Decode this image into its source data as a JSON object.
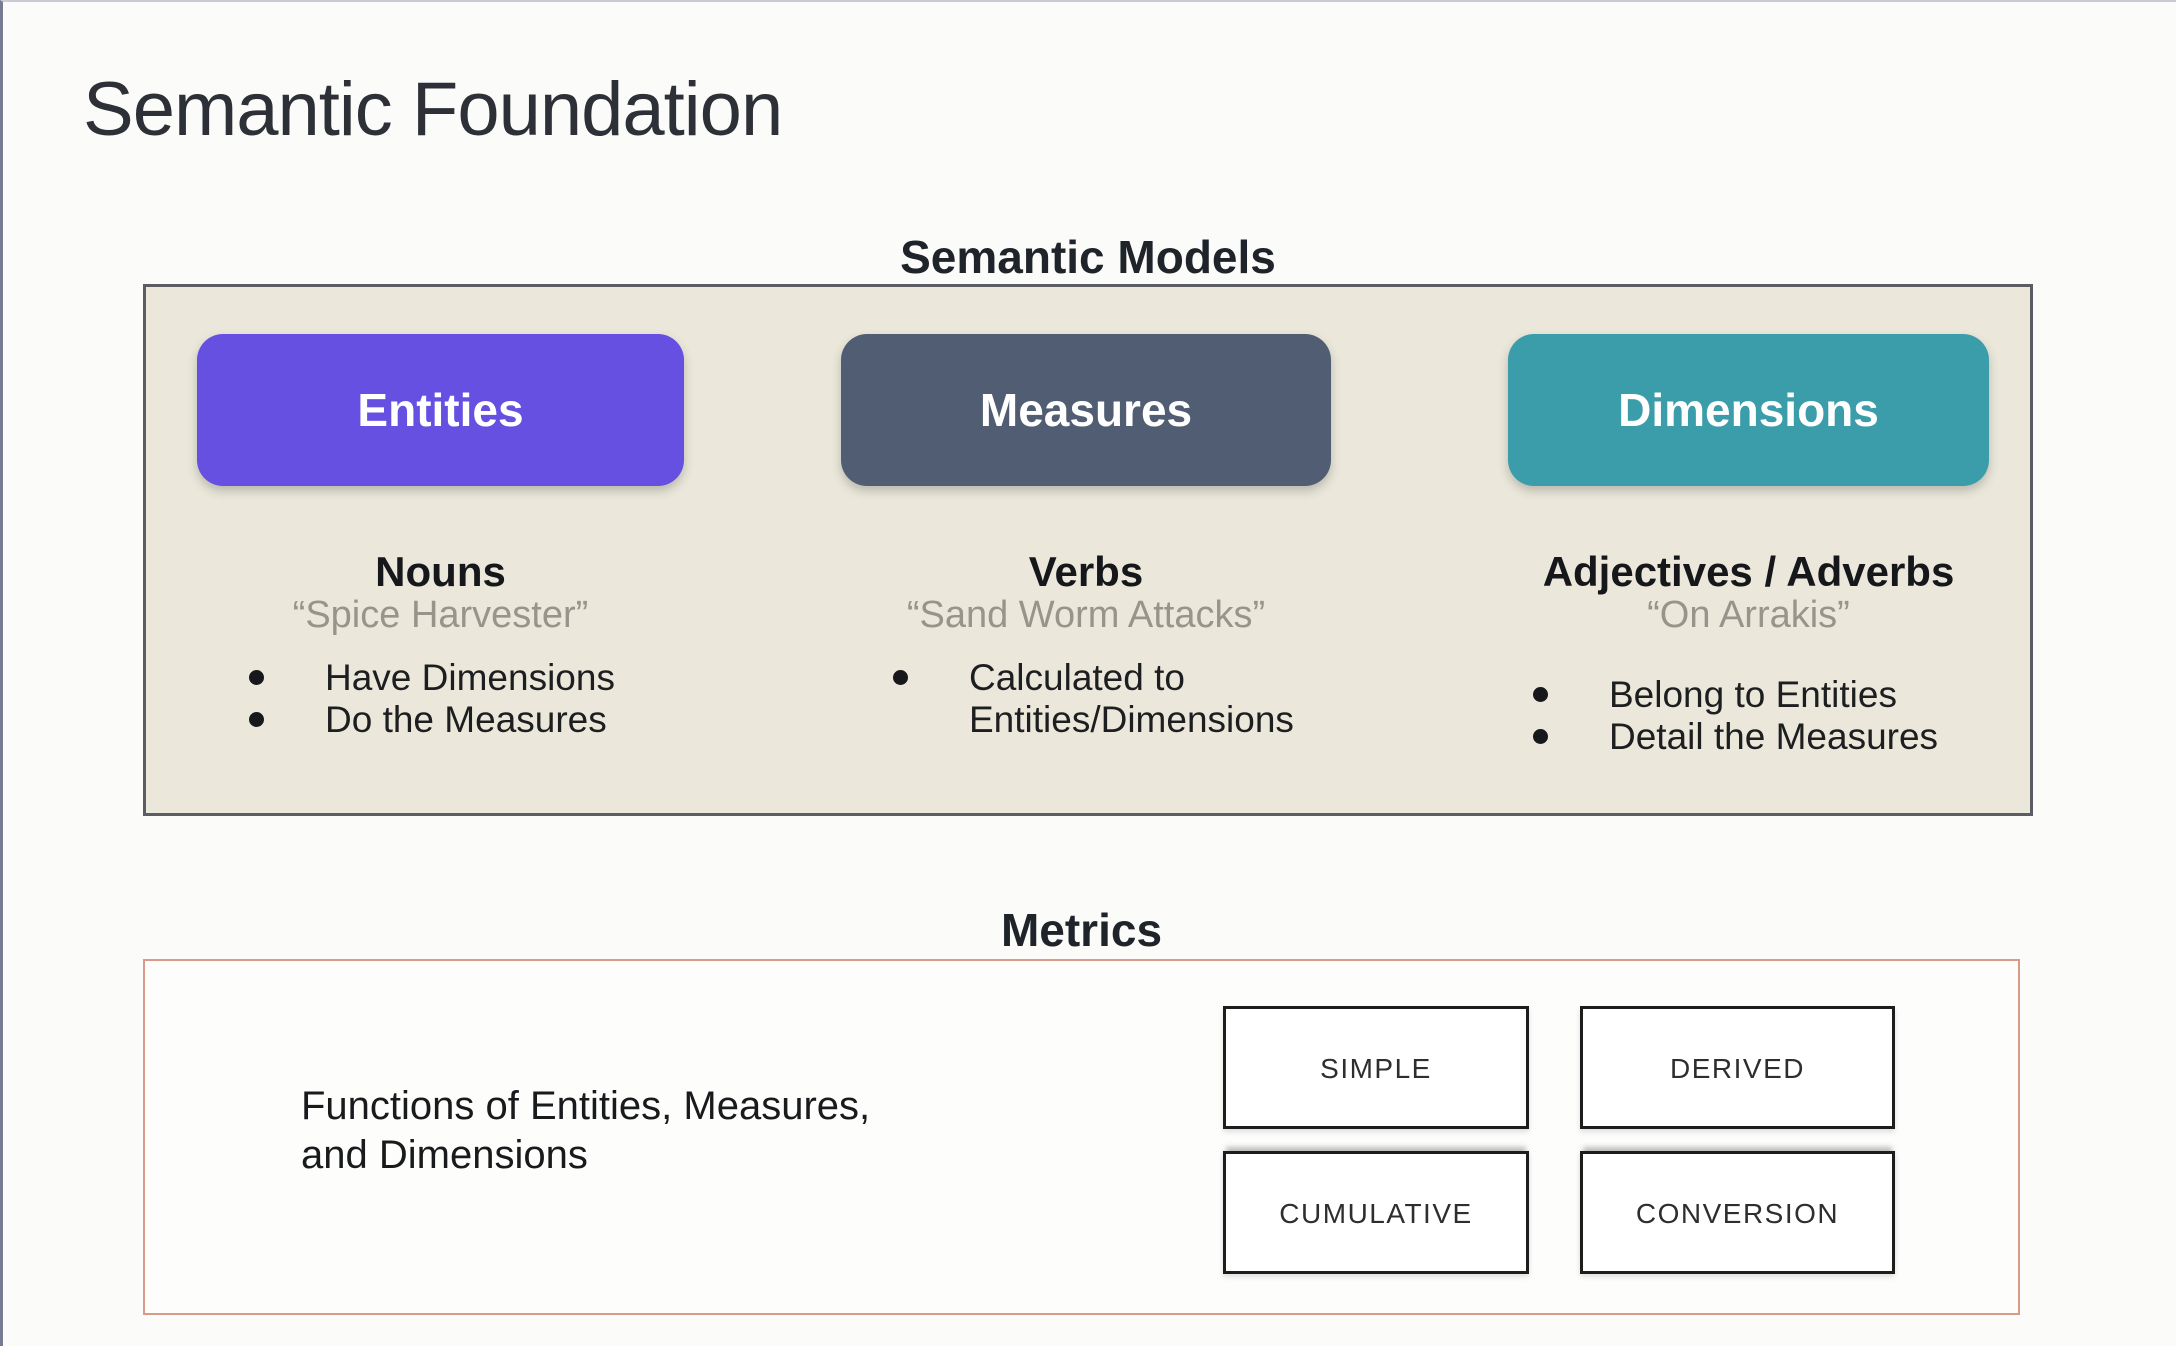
{
  "slide": {
    "title": "Semantic Foundation"
  },
  "semantic_models": {
    "heading": "Semantic Models",
    "panel_background": "#ebe8db",
    "columns": [
      {
        "box_label": "Entities",
        "box_color": "#6550e2",
        "role": "Nouns",
        "example": "“Spice Harvester”",
        "bullets": [
          "Have Dimensions",
          "Do the Measures"
        ]
      },
      {
        "box_label": "Measures",
        "box_color": "#515d72",
        "role": "Verbs",
        "example": "“Sand Worm Attacks”",
        "bullets": [
          "Calculated to Entities/Dimensions"
        ]
      },
      {
        "box_label": "Dimensions",
        "box_color": "#3b9daa",
        "role": "Adjectives / Adverbs",
        "example": "“On Arrakis”",
        "bullets": [
          "Belong to Entities",
          "Detail the Measures"
        ]
      }
    ]
  },
  "metrics": {
    "heading": "Metrics",
    "border_color": "#d89b88",
    "description": "Functions of Entities, Measures, and Dimensions",
    "types": [
      "SIMPLE",
      "DERIVED",
      "CUMULATIVE",
      "CONVERSION"
    ]
  }
}
